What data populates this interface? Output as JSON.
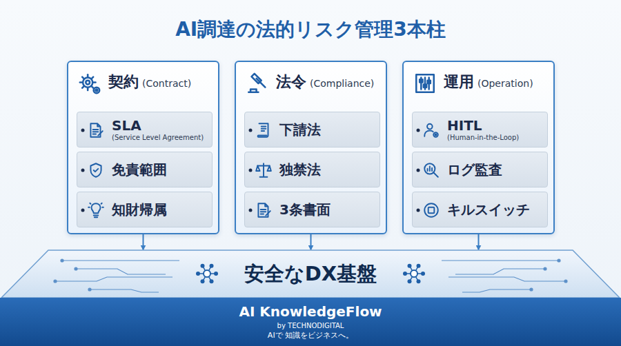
{
  "diagram": {
    "title": "AI調達の法的リスク管理3本柱",
    "nodes": [
      {
        "text": [
          "契約",
          "(Contract)"
        ]
      },
      {
        "text": [
          "SLA",
          "(Service Level Agreement)"
        ],
        "in": 0
      },
      {
        "text": [
          "免責範囲"
        ],
        "in": 0
      },
      {
        "text": [
          "知財帰属"
        ],
        "in": 0
      },
      {
        "text": [
          "法令",
          "(Compliance)"
        ]
      },
      {
        "text": [
          "下請法"
        ],
        "in": 4
      },
      {
        "text": [
          "独禁法"
        ],
        "in": 4
      },
      {
        "text": [
          "3条書面"
        ],
        "in": 4
      },
      {
        "text": [
          "運用",
          "(Operation)"
        ]
      },
      {
        "text": [
          "HITL",
          "(Human-in-the-Loop)"
        ],
        "in": 8
      },
      {
        "text": [
          "ログ監査"
        ],
        "in": 8
      },
      {
        "text": [
          "キルスイッチ"
        ],
        "in": 8
      },
      {
        "text": [
          "安全なDX基盤"
        ]
      },
      {
        "text": [
          "AI KnowledgeFlow",
          "by TECHNODIGITAL",
          "AIで 知識をビジネスへ。"
        ]
      }
    ],
    "edges": [
      {
        "from": 0,
        "to": 12,
        "arrow": "to"
      },
      {
        "from": 4,
        "to": 12,
        "arrow": "to"
      },
      {
        "from": 8,
        "to": 12,
        "arrow": "to"
      }
    ]
  }
}
